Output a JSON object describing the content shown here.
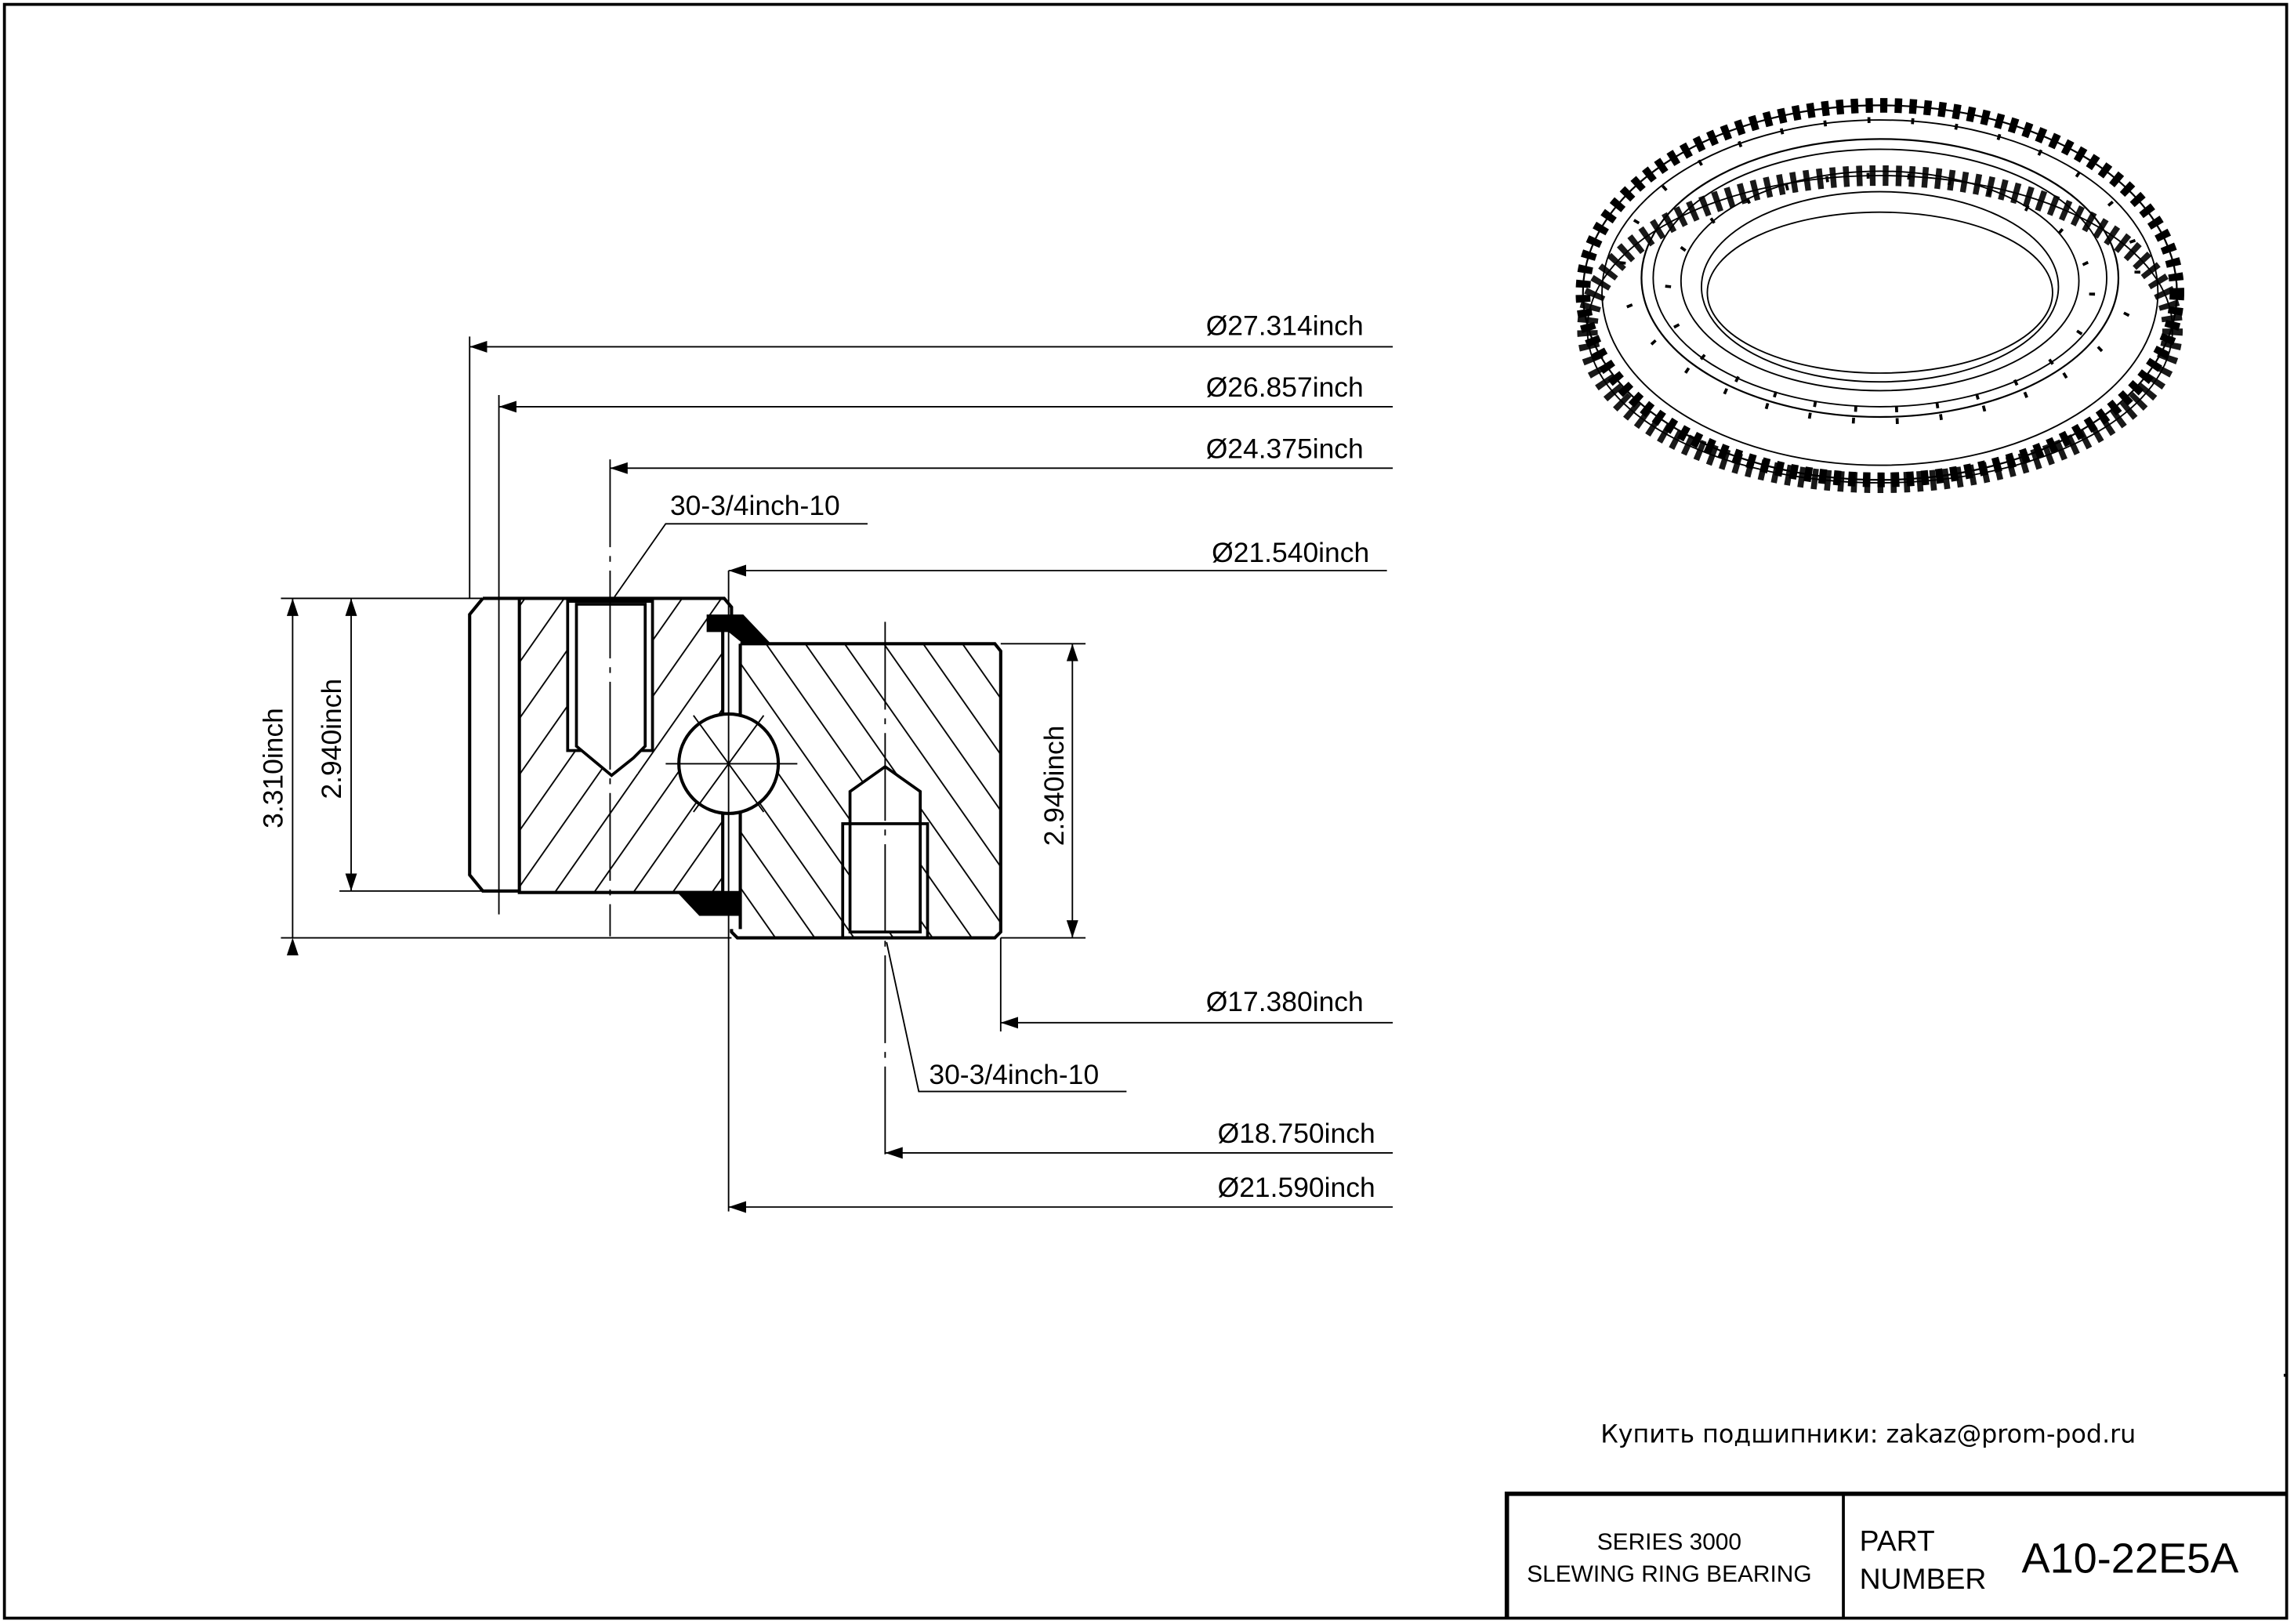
{
  "dimensions": {
    "d_outer": "Ø27.314inch",
    "d_tooth_root": "Ø26.857inch",
    "d_outer_bolt_circle": "Ø24.375inch",
    "d_outer_ring_inner": "Ø21.540inch",
    "d_inner_bore": "Ø17.380inch",
    "d_inner_bolt_circle": "Ø18.750inch",
    "d_inner_ring_outer": "Ø21.590inch",
    "height_total": "3.310inch",
    "height_outer_ring": "2.940inch",
    "height_inner_ring": "2.940inch",
    "outer_holes": "30-3/4inch-10",
    "inner_holes": "30-3/4inch-10"
  },
  "contact": "Купить подшипники: zakaz@prom-pod.ru",
  "title_block": {
    "series_line1": "SERIES 3000",
    "series_line2": "SLEWING RING BEARING",
    "part_label_line1": "PART",
    "part_label_line2": "NUMBER",
    "part_number": "A10-22E5A"
  }
}
